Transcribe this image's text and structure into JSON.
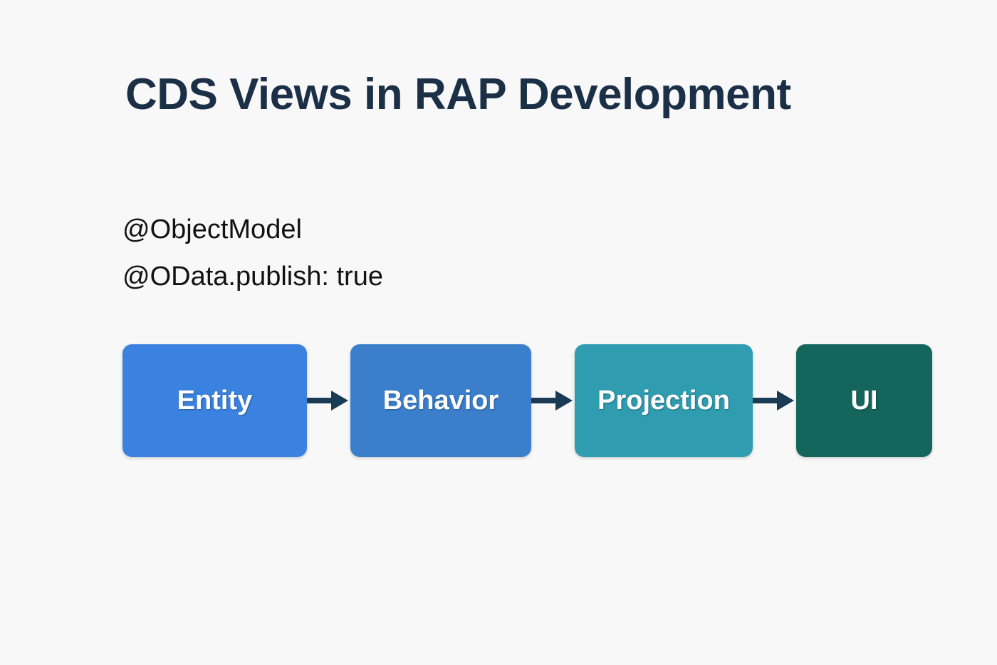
{
  "page": {
    "background_color": "#f8f8f9",
    "title": "CDS Views in RAP Development",
    "title_color": "#1b3047"
  },
  "annotations": {
    "color": "#121212",
    "lines": [
      {
        "text": "@ObjectModel"
      },
      {
        "text": "@OData.publish: true"
      }
    ]
  },
  "flow": {
    "arrow_color": "#1b3a54",
    "arrow_icon_name": "arrow-right-icon",
    "steps": [
      {
        "label": "Entity",
        "color": "#3b82e0",
        "text_color": "#ffffff"
      },
      {
        "label": "Behavior",
        "color": "#3b7fcc",
        "text_color": "#ffffff"
      },
      {
        "label": "Projection",
        "color": "#2f9cb0",
        "text_color": "#ffffff"
      },
      {
        "label": "UI",
        "color": "#14655c",
        "text_color": "#ffffff"
      }
    ],
    "connectors": [
      {
        "from": "Entity",
        "to": "Behavior"
      },
      {
        "from": "Behavior",
        "to": "Projection"
      },
      {
        "from": "Projection",
        "to": "UI"
      }
    ]
  }
}
